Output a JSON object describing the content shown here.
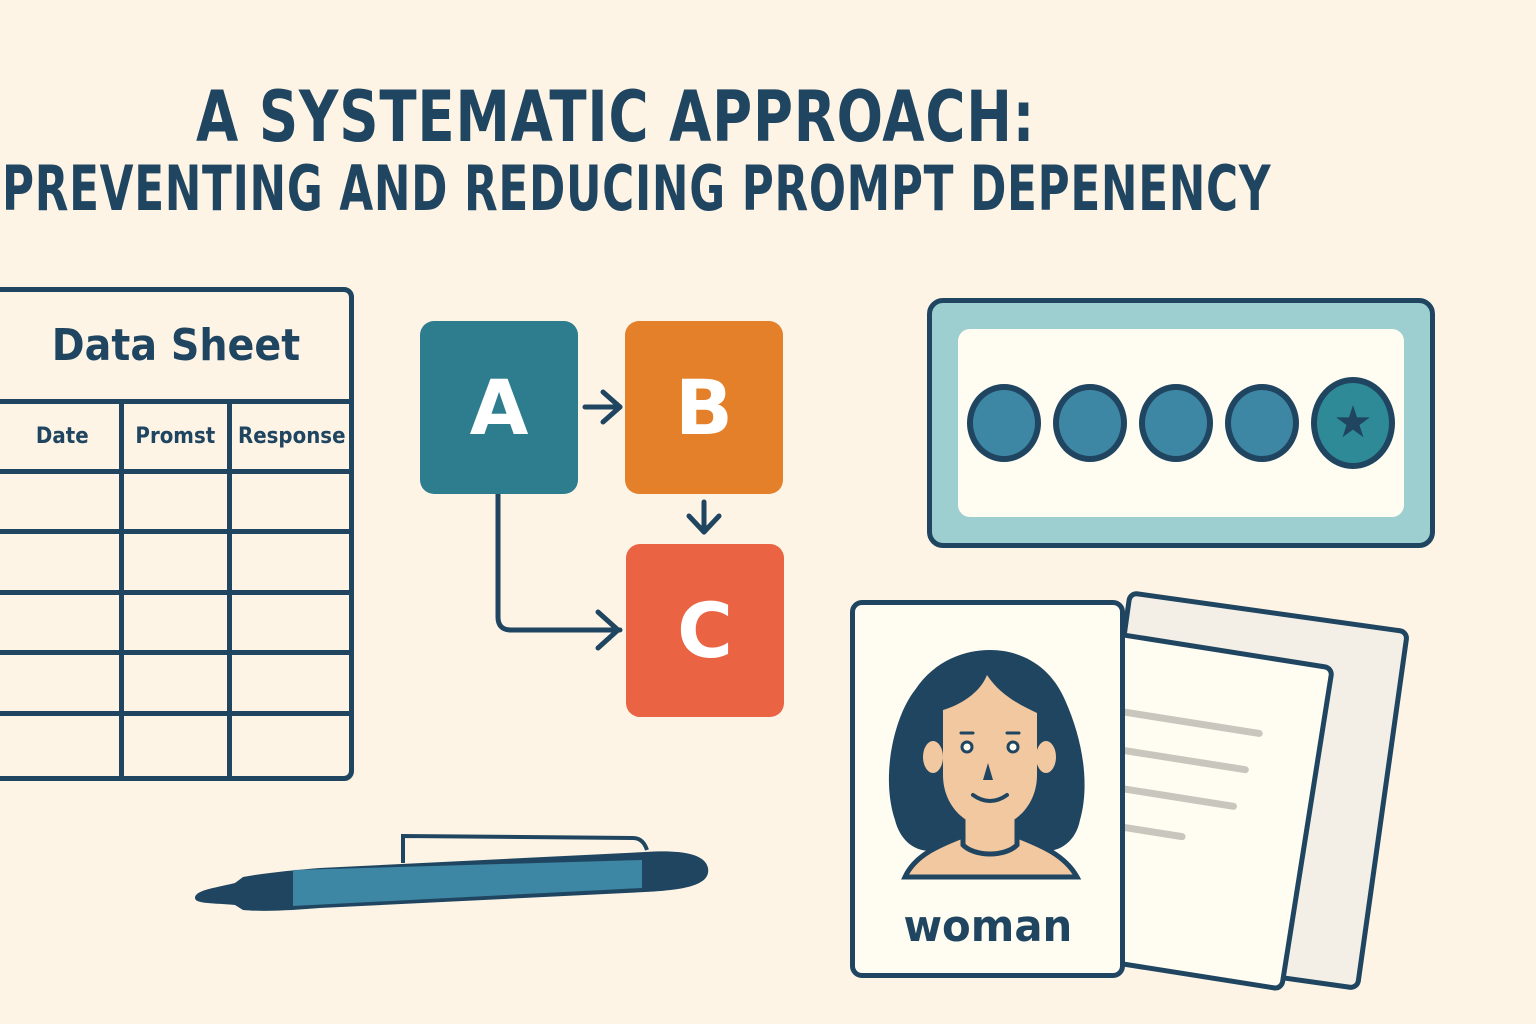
{
  "title": {
    "line1": "A SYSTEMATIC APPROACH:",
    "line2": "PREVENTING AND REDUCING PROMPT DEPENENCY"
  },
  "data_sheet": {
    "title": "Data Sheet",
    "columns": [
      "Date",
      "Promst",
      "Response"
    ],
    "rows": [
      [
        "",
        "",
        ""
      ],
      [
        "",
        "",
        ""
      ],
      [
        "",
        "",
        ""
      ],
      [
        "",
        "",
        ""
      ],
      [
        "",
        "",
        ""
      ]
    ]
  },
  "flow": {
    "nodes": [
      {
        "id": "A",
        "label": "A",
        "color": "#2e7d8e"
      },
      {
        "id": "B",
        "label": "B",
        "color": "#e47f2a"
      },
      {
        "id": "C",
        "label": "C",
        "color": "#ea6444"
      }
    ],
    "edges": [
      {
        "from": "A",
        "to": "B"
      },
      {
        "from": "B",
        "to": "C"
      },
      {
        "from": "A",
        "to": "C"
      }
    ]
  },
  "progress_panel": {
    "steps": 5,
    "final_step_icon": "star-icon",
    "dot_color": "#3d86a4",
    "frame_color": "#9ecfd0"
  },
  "picture_card": {
    "label": "woman",
    "icon": "woman-icon"
  },
  "documents": {
    "icon": "document-icon",
    "line_count": 4
  },
  "pen": {
    "icon": "pen-icon"
  },
  "colors": {
    "background": "#fdf4e6",
    "ink": "#1f4560"
  }
}
